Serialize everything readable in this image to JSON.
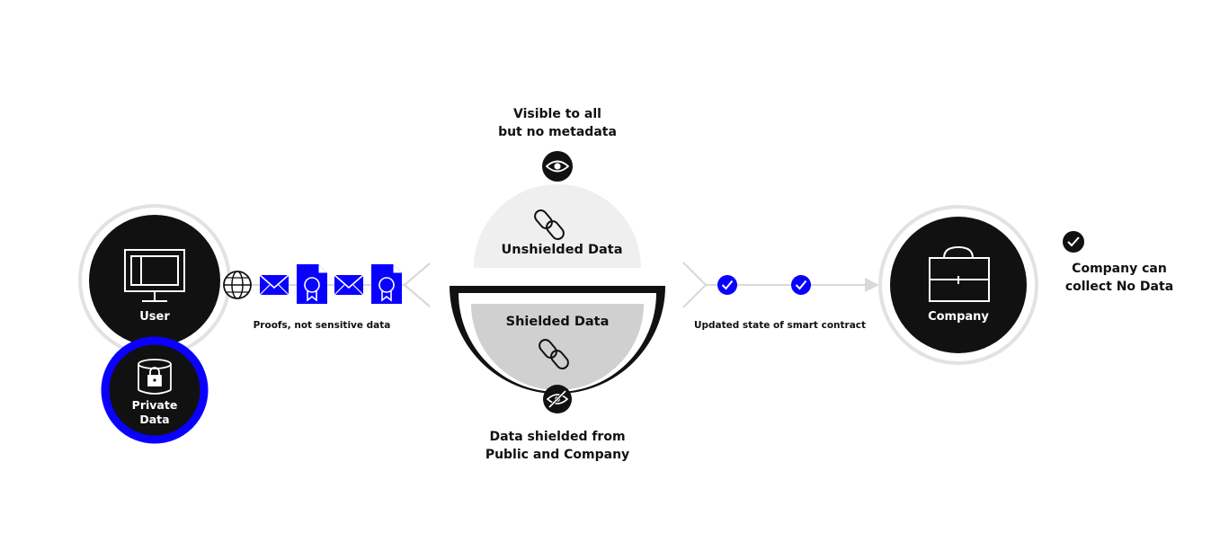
{
  "user": {
    "label": "User"
  },
  "private_data": {
    "line1": "Private",
    "line2": "Data"
  },
  "flow_left": {
    "caption": "Proofs, not sensitive data"
  },
  "public_layer": {
    "line1": "Visible to all",
    "line2": "but no metadata"
  },
  "unshielded": {
    "label": "Unshielded Data"
  },
  "shielded": {
    "label": "Shielded Data"
  },
  "shielded_caption": {
    "line1": "Data shielded from",
    "line2": "Public and Company"
  },
  "flow_right": {
    "caption": "Updated state of  smart contract"
  },
  "company": {
    "label": "Company"
  },
  "company_note": {
    "line1": "Company can",
    "line2_prefix": "collect ",
    "line2_bold": "No Data"
  },
  "colors": {
    "blue": "#0A00FF",
    "dark": "#111111",
    "light_gray": "#EFEFEF",
    "mid_gray": "#D0D0D0",
    "ring_gray": "#E2E2E2"
  },
  "icons": [
    "monitor-icon",
    "database-lock-icon",
    "globe-icon",
    "envelope-icon",
    "certificate-document-icon",
    "eye-icon",
    "eye-slash-icon",
    "chain-link-icon",
    "check-icon",
    "briefcase-icon"
  ]
}
